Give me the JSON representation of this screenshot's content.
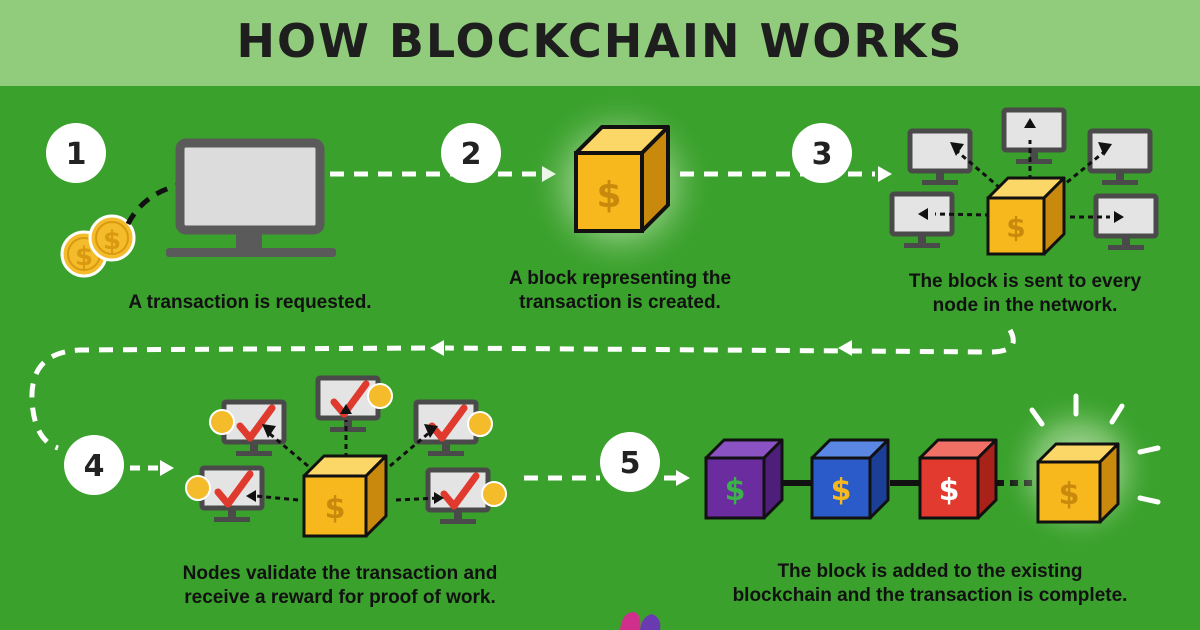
{
  "title": "HOW BLOCKCHAIN WORKS",
  "steps": [
    {
      "number": "1",
      "caption_lines": [
        "A transaction is requested."
      ]
    },
    {
      "number": "2",
      "caption_lines": [
        "A block representing the",
        "transaction is created."
      ]
    },
    {
      "number": "3",
      "caption_lines": [
        "The block is sent to every",
        "node in the network."
      ]
    },
    {
      "number": "4",
      "caption_lines": [
        "Nodes validate the transaction and",
        "receive a reward for proof of work."
      ]
    },
    {
      "number": "5",
      "caption_lines": [
        "The block is added to the existing",
        "blockchain and the transaction is complete."
      ]
    }
  ],
  "symbols": {
    "currency": "$"
  },
  "colors": {
    "background": "#3aa12c",
    "header": "#90cc7c",
    "block_gold": "#f6b81c",
    "block_purple": "#6a2c9e",
    "block_blue": "#2a5bc8",
    "block_red": "#e23a2e",
    "check_red": "#e03a2e",
    "coin": "#f4bb2a"
  },
  "icons": [
    "dollar-coin-icon",
    "computer-monitor-icon",
    "cube-block-icon",
    "checkmark-icon",
    "arrow-head-icon"
  ]
}
